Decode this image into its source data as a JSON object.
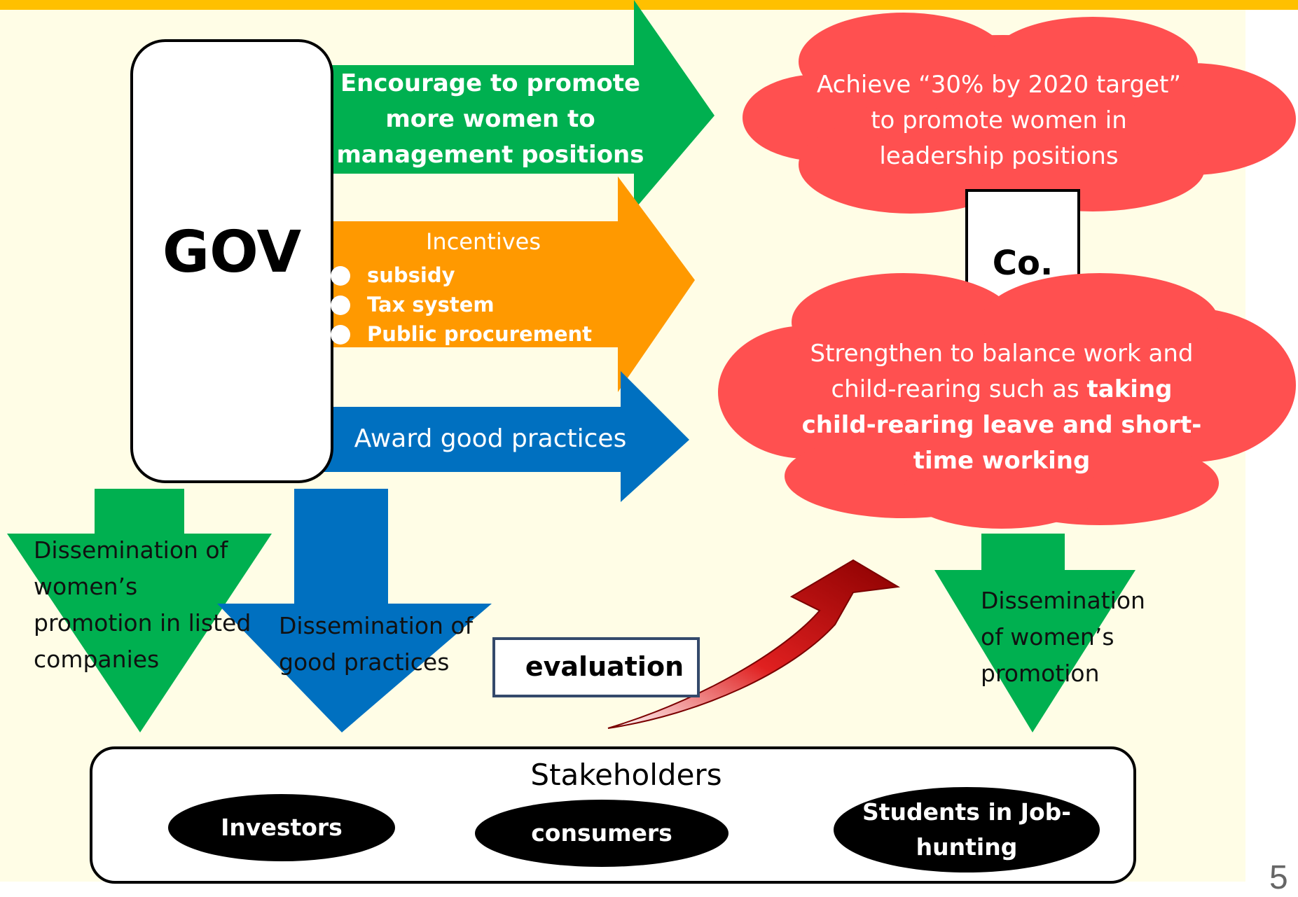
{
  "gov": {
    "label": "GOV"
  },
  "company": {
    "label": "Co."
  },
  "arrows": {
    "encourage": "Encourage  to promote more women to management positions",
    "incentives": {
      "title": "Incentives",
      "items": [
        "subsidy",
        "Tax system",
        "Public procurement"
      ]
    },
    "award": "Award good practices"
  },
  "clouds": {
    "target": "Achieve “30% by 2020 target” to promote women in leadership positions",
    "balance_plain": "Strengthen to balance work and child-rearing such as ",
    "balance_bold": "taking child-rearing leave and short-time working"
  },
  "down_arrows": {
    "listed": "Dissemination of women’s promotion in listed companies",
    "good_practices": "Dissemination of good practices",
    "womens_promotion": "Dissemination of women’s promotion"
  },
  "evaluation": "evaluation",
  "stakeholders": {
    "title": "Stakeholders",
    "groups": [
      "Investors",
      "consumers",
      "Students in Job-hunting"
    ]
  },
  "page_number": "5",
  "colors": {
    "green": "#00b050",
    "orange": "#ff9900",
    "blue": "#0070c0",
    "red_cloud": "#ff5050",
    "yellow_bar": "#ffc000",
    "background": "#fffde6"
  }
}
